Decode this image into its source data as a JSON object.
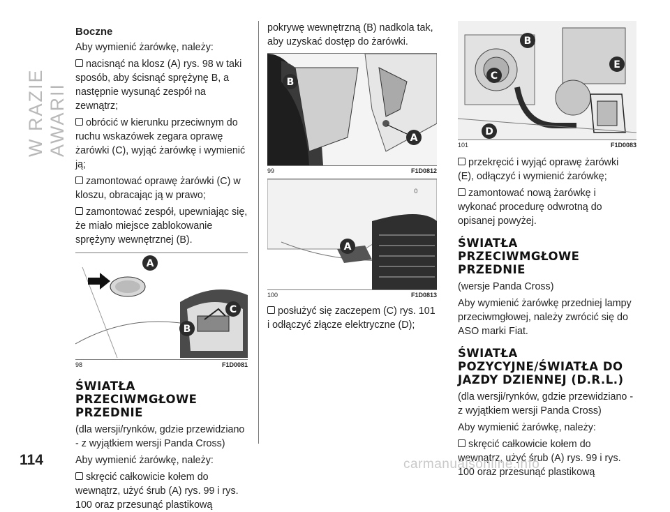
{
  "side_title": "W RAZIE AWARII",
  "page_number": "114",
  "watermark": "carmanualsonline.info",
  "col1": {
    "heading_boczne": "Boczne",
    "intro": "Aby wymienić żarówkę, należy:",
    "bullets": [
      "nacisnąć na klosz (A) rys. 98 w taki sposób, aby ścisnąć sprężynę B, a następnie wysunąć zespół na zewnątrz;",
      "obrócić w kierunku przeciwnym do ruchu wskazówek zegara oprawę żarówki (C), wyjąć żarówkę i wymienić ją;",
      "zamontować oprawę żarówki (C) w kloszu, obracając ją w prawo;",
      "zamontować zespół, upewniając się, że miało miejsce zablokowanie sprężyny wewnętrznej (B)."
    ],
    "fig98": {
      "num": "98",
      "code": "F1D0081",
      "label_a": "A",
      "label_b": "B",
      "label_c": "C"
    },
    "heading2": [
      "ŚWIATŁA",
      "PRZECIWMGŁOWE",
      "PRZEDNIE"
    ],
    "p1": "(dla wersji/rynków, gdzie przewidziano - z wyjątkiem wersji Panda Cross)",
    "p2": "Aby wymienić żarówkę, należy:",
    "bullet_last": "skręcić całkowicie kołem do wewnątrz, użyć śrub (A) rys. 99 i rys. 100 oraz przesunąć plastikową"
  },
  "col2": {
    "p_top": "pokrywę wewnętrzną (B) nadkola tak, aby uzyskać dostęp do żarówki.",
    "fig99": {
      "num": "99",
      "code": "F1D0812",
      "label_a": "A",
      "label_b": "B"
    },
    "fig100": {
      "num": "100",
      "code": "F1D0813",
      "label_a": "A"
    },
    "bullet1": "posłużyć się zaczepem (C) rys. 101 i odłączyć złącze elektryczne (D);"
  },
  "col3": {
    "fig101": {
      "num": "101",
      "code": "F1D0083",
      "label_b": "B",
      "label_c": "C",
      "label_d": "D",
      "label_e": "E"
    },
    "bullets": [
      "przekręcić i wyjąć oprawę żarówki (E), odłączyć i wymienić żarówkę;",
      "zamontować nową żarówkę i wykonać procedurę odwrotną do opisanej powyżej."
    ],
    "heading3": [
      "ŚWIATŁA",
      "PRZECIWMGŁOWE",
      "PRZEDNIE"
    ],
    "p1": "(wersje Panda Cross)",
    "p2": "Aby wymienić żarówkę przedniej lampy przeciwmgłowej, należy zwrócić się do ASO marki Fiat.",
    "heading4": [
      "ŚWIATŁA",
      "POZYCYJNE/ŚWIATŁA DO",
      "JAZDY DZIENNEJ (D.R.L.)"
    ],
    "p3": "(dla wersji/rynków, gdzie przewidziano - z wyjątkiem wersji Panda Cross)",
    "p4": "Aby wymienić żarówkę, należy:",
    "bullet_last": "skręcić całkowicie kołem do wewnątrz, użyć śrub (A) rys. 99 i rys. 100 oraz przesunąć plastikową"
  },
  "colors": {
    "callout_bg": "#2b2b2b",
    "callout_fg": "#ffffff",
    "side_title": "#b8b8b8"
  }
}
